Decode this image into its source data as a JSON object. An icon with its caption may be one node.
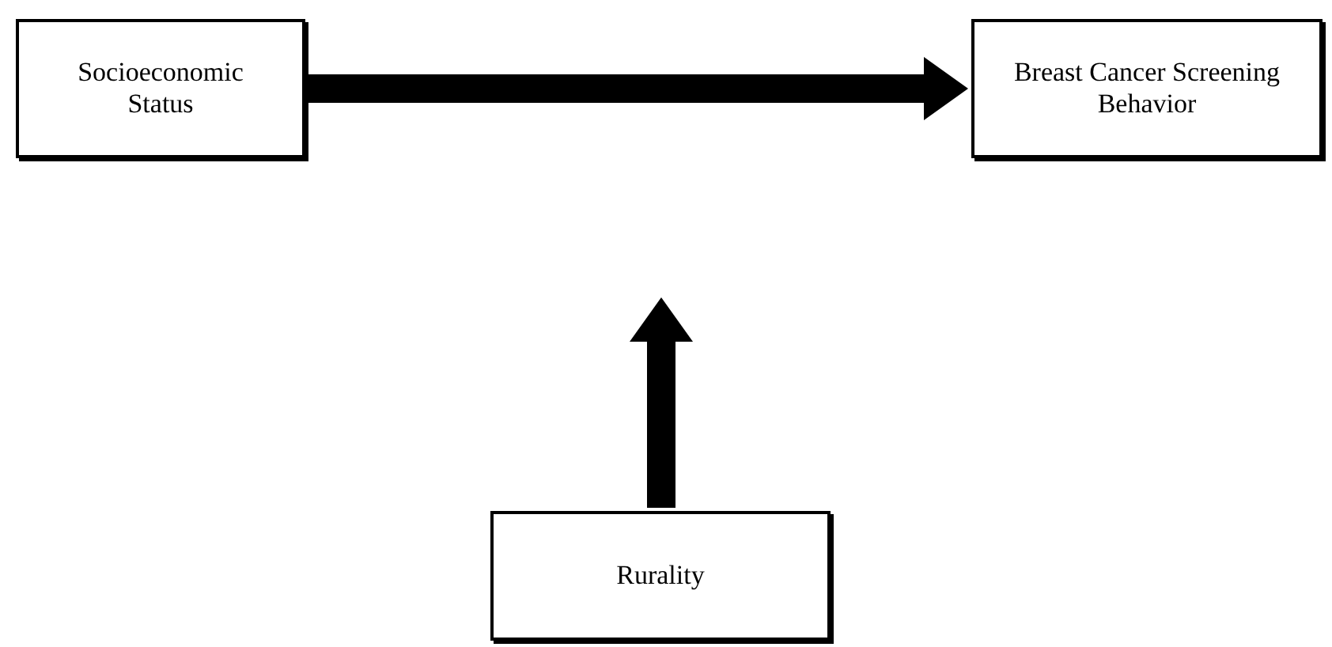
{
  "diagram": {
    "nodes": [
      {
        "text": [
          "Socioeconomic Status"
        ]
      },
      {
        "text": [
          "Breast Cancer Screening Behavior"
        ]
      },
      {
        "text": [
          "Rurality"
        ]
      }
    ],
    "edges": [
      {
        "from": 0,
        "to": 1,
        "arrow": "to"
      },
      {
        "from": 2,
        "to": null,
        "arrow": "to"
      }
    ]
  }
}
